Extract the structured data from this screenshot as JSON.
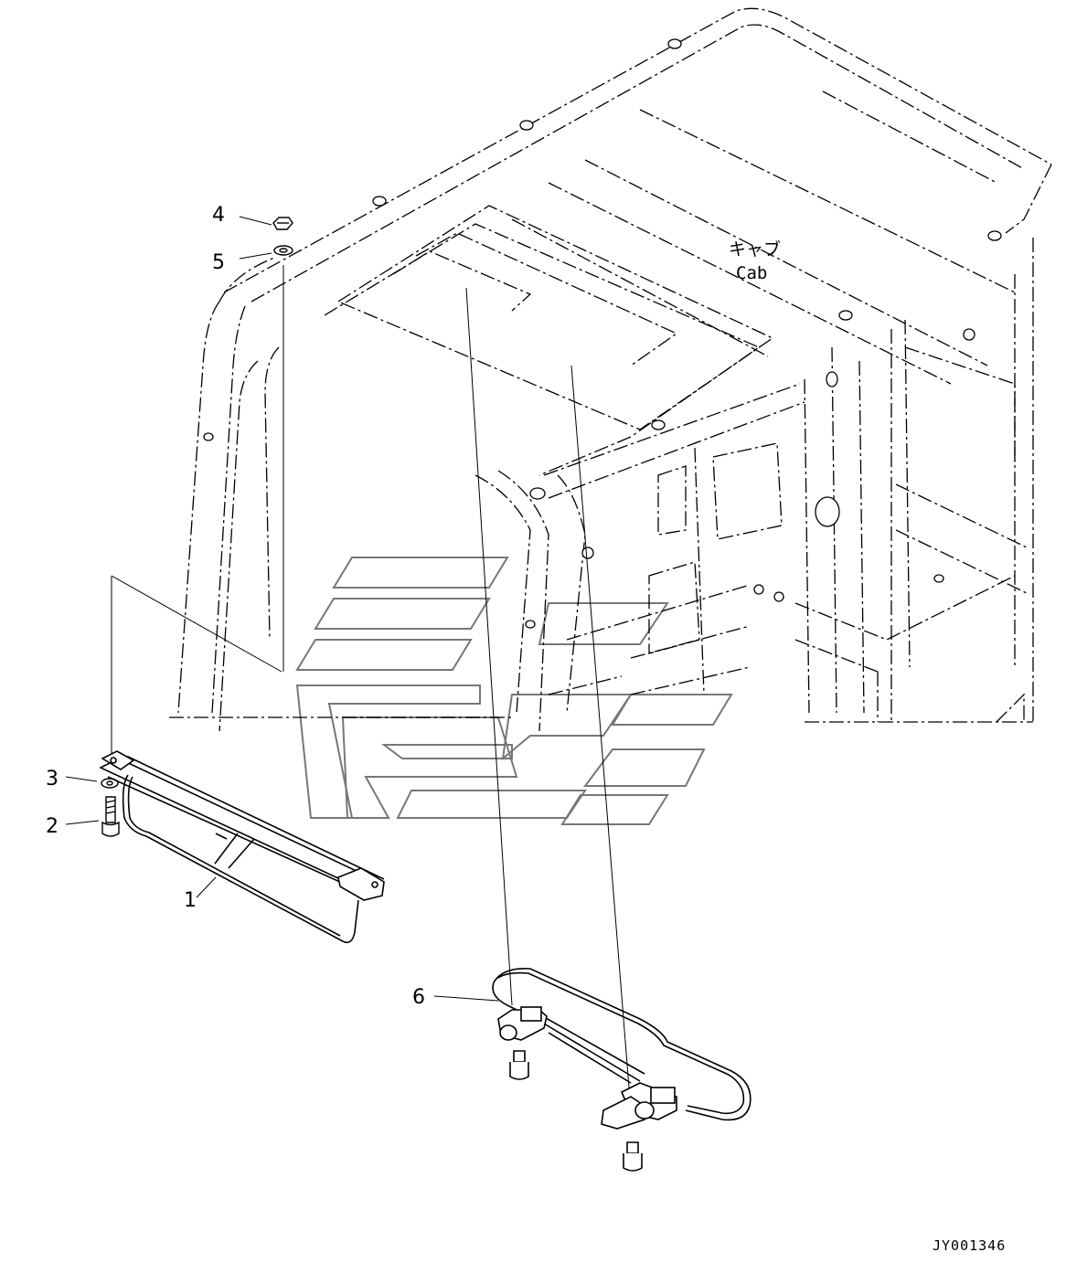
{
  "diagram": {
    "cab_label_jp": "キャブ",
    "cab_label_en": "Cab",
    "doc_id": "JY001346",
    "callouts": [
      {
        "id": "1",
        "label": "1"
      },
      {
        "id": "2",
        "label": "2"
      },
      {
        "id": "3",
        "label": "3"
      },
      {
        "id": "4",
        "label": "4"
      },
      {
        "id": "5",
        "label": "5"
      },
      {
        "id": "6",
        "label": "6"
      }
    ],
    "colors": {
      "line": "#000000",
      "watermark": "#777777",
      "background": "#ffffff"
    }
  }
}
